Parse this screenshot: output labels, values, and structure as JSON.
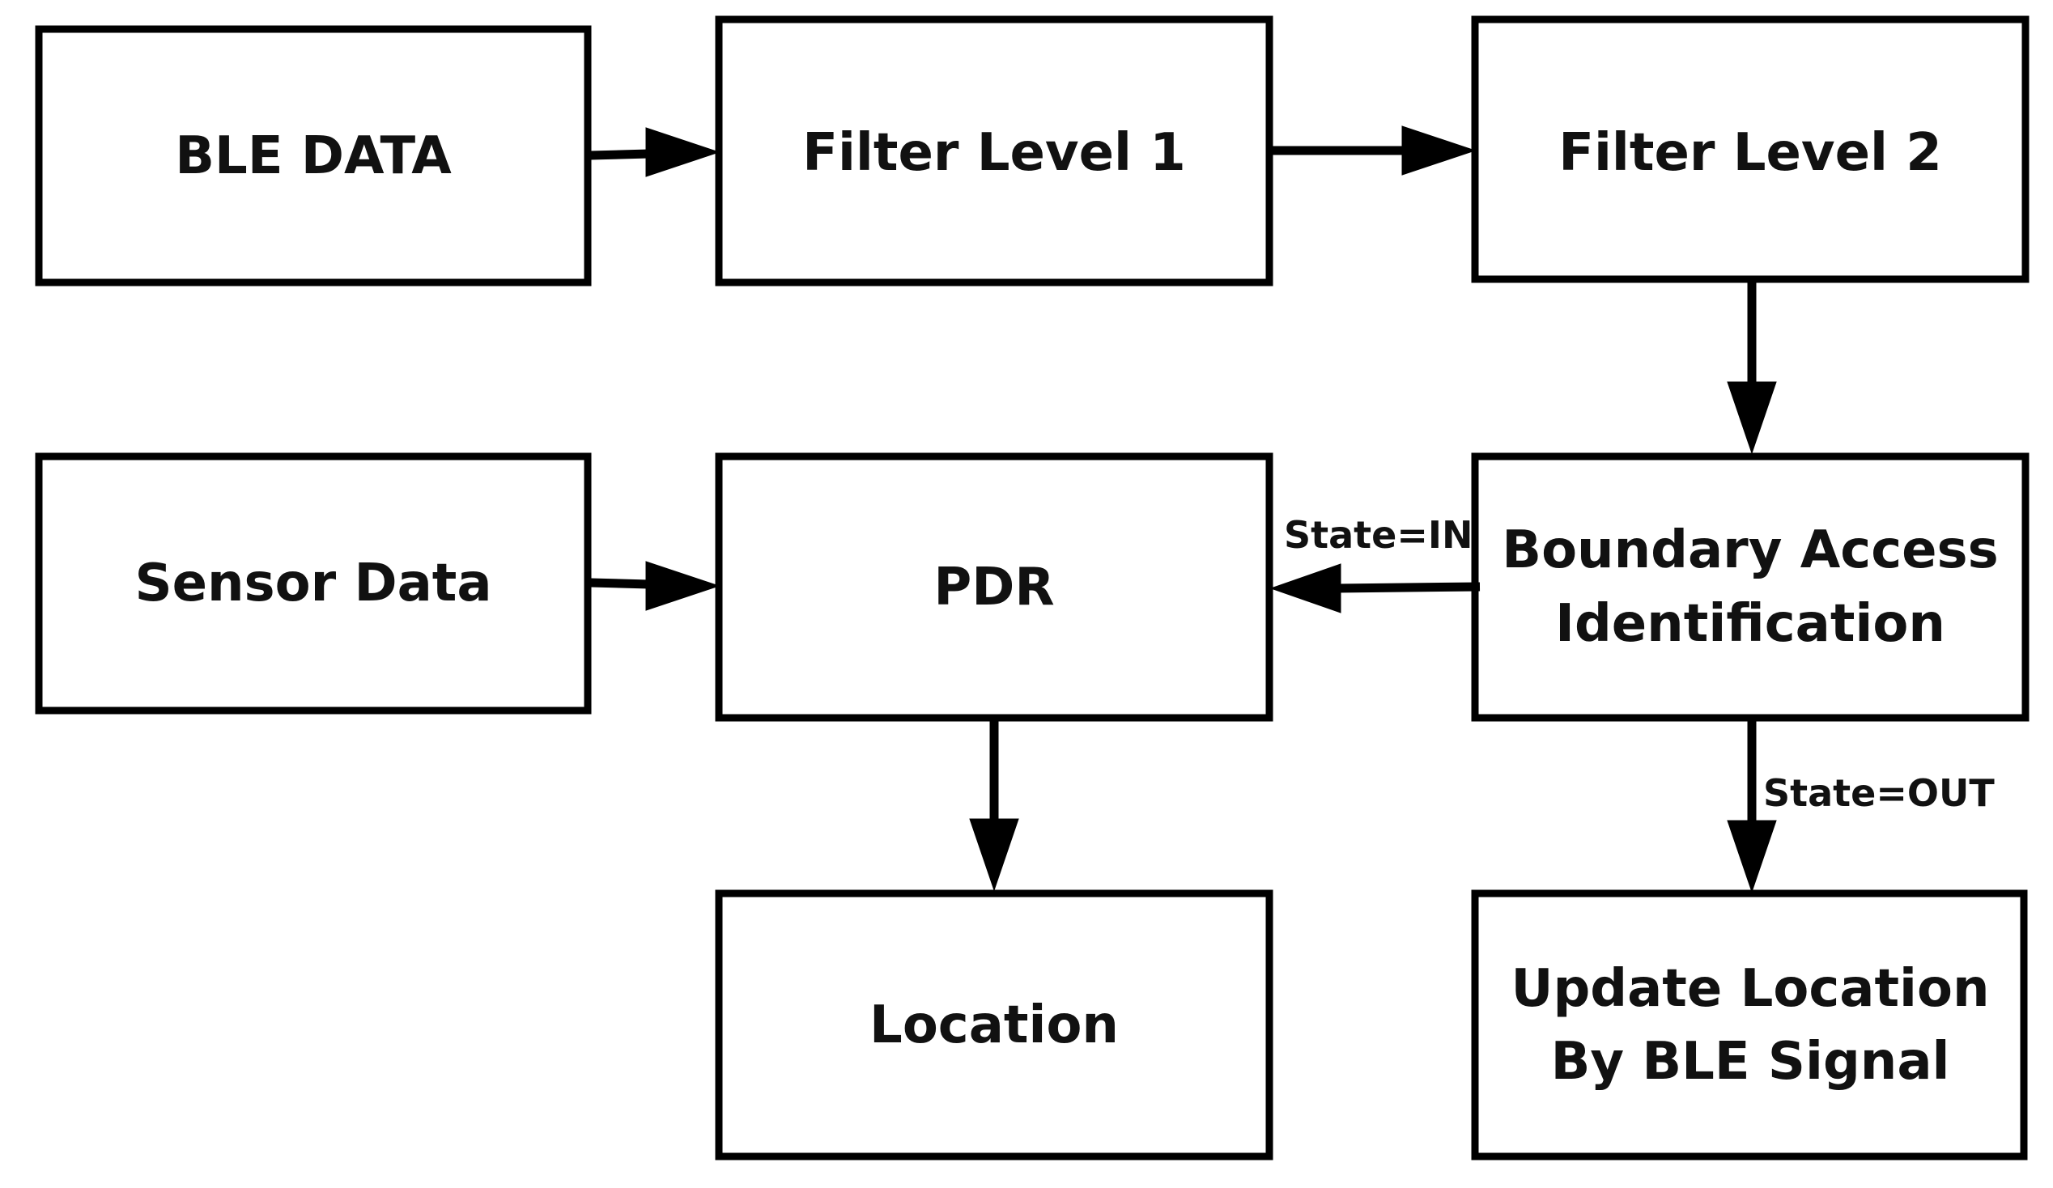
{
  "nodes": {
    "ble_data": {
      "label": "BLE DATA"
    },
    "filter_level_1": {
      "label": "Filter Level 1"
    },
    "filter_level_2": {
      "label": "Filter Level 2"
    },
    "sensor_data": {
      "label": "Sensor Data"
    },
    "pdr": {
      "label": "PDR"
    },
    "boundary_access": {
      "lines": [
        "Boundary Access",
        "Identification"
      ]
    },
    "location": {
      "label": "Location"
    },
    "update_location": {
      "lines": [
        "Update Location",
        "By BLE Signal"
      ]
    }
  },
  "edges": [
    {
      "from": "BLE DATA",
      "to": "Filter Level 1",
      "label": ""
    },
    {
      "from": "Filter Level 1",
      "to": "Filter Level 2",
      "label": ""
    },
    {
      "from": "Filter Level 2",
      "to": "Boundary Access Identification",
      "label": ""
    },
    {
      "from": "Sensor Data",
      "to": "PDR",
      "label": ""
    },
    {
      "from": "Boundary Access Identification",
      "to": "PDR",
      "label": "State=IN"
    },
    {
      "from": "Boundary Access Identification",
      "to": "Update Location By BLE Signal",
      "label": "State=OUT"
    },
    {
      "from": "PDR",
      "to": "Location",
      "label": ""
    }
  ],
  "edge_labels": {
    "state_in": "State=IN",
    "state_out": "State=OUT"
  },
  "colors": {
    "stroke": "#000000",
    "background": "#ffffff",
    "text": "#111111"
  }
}
